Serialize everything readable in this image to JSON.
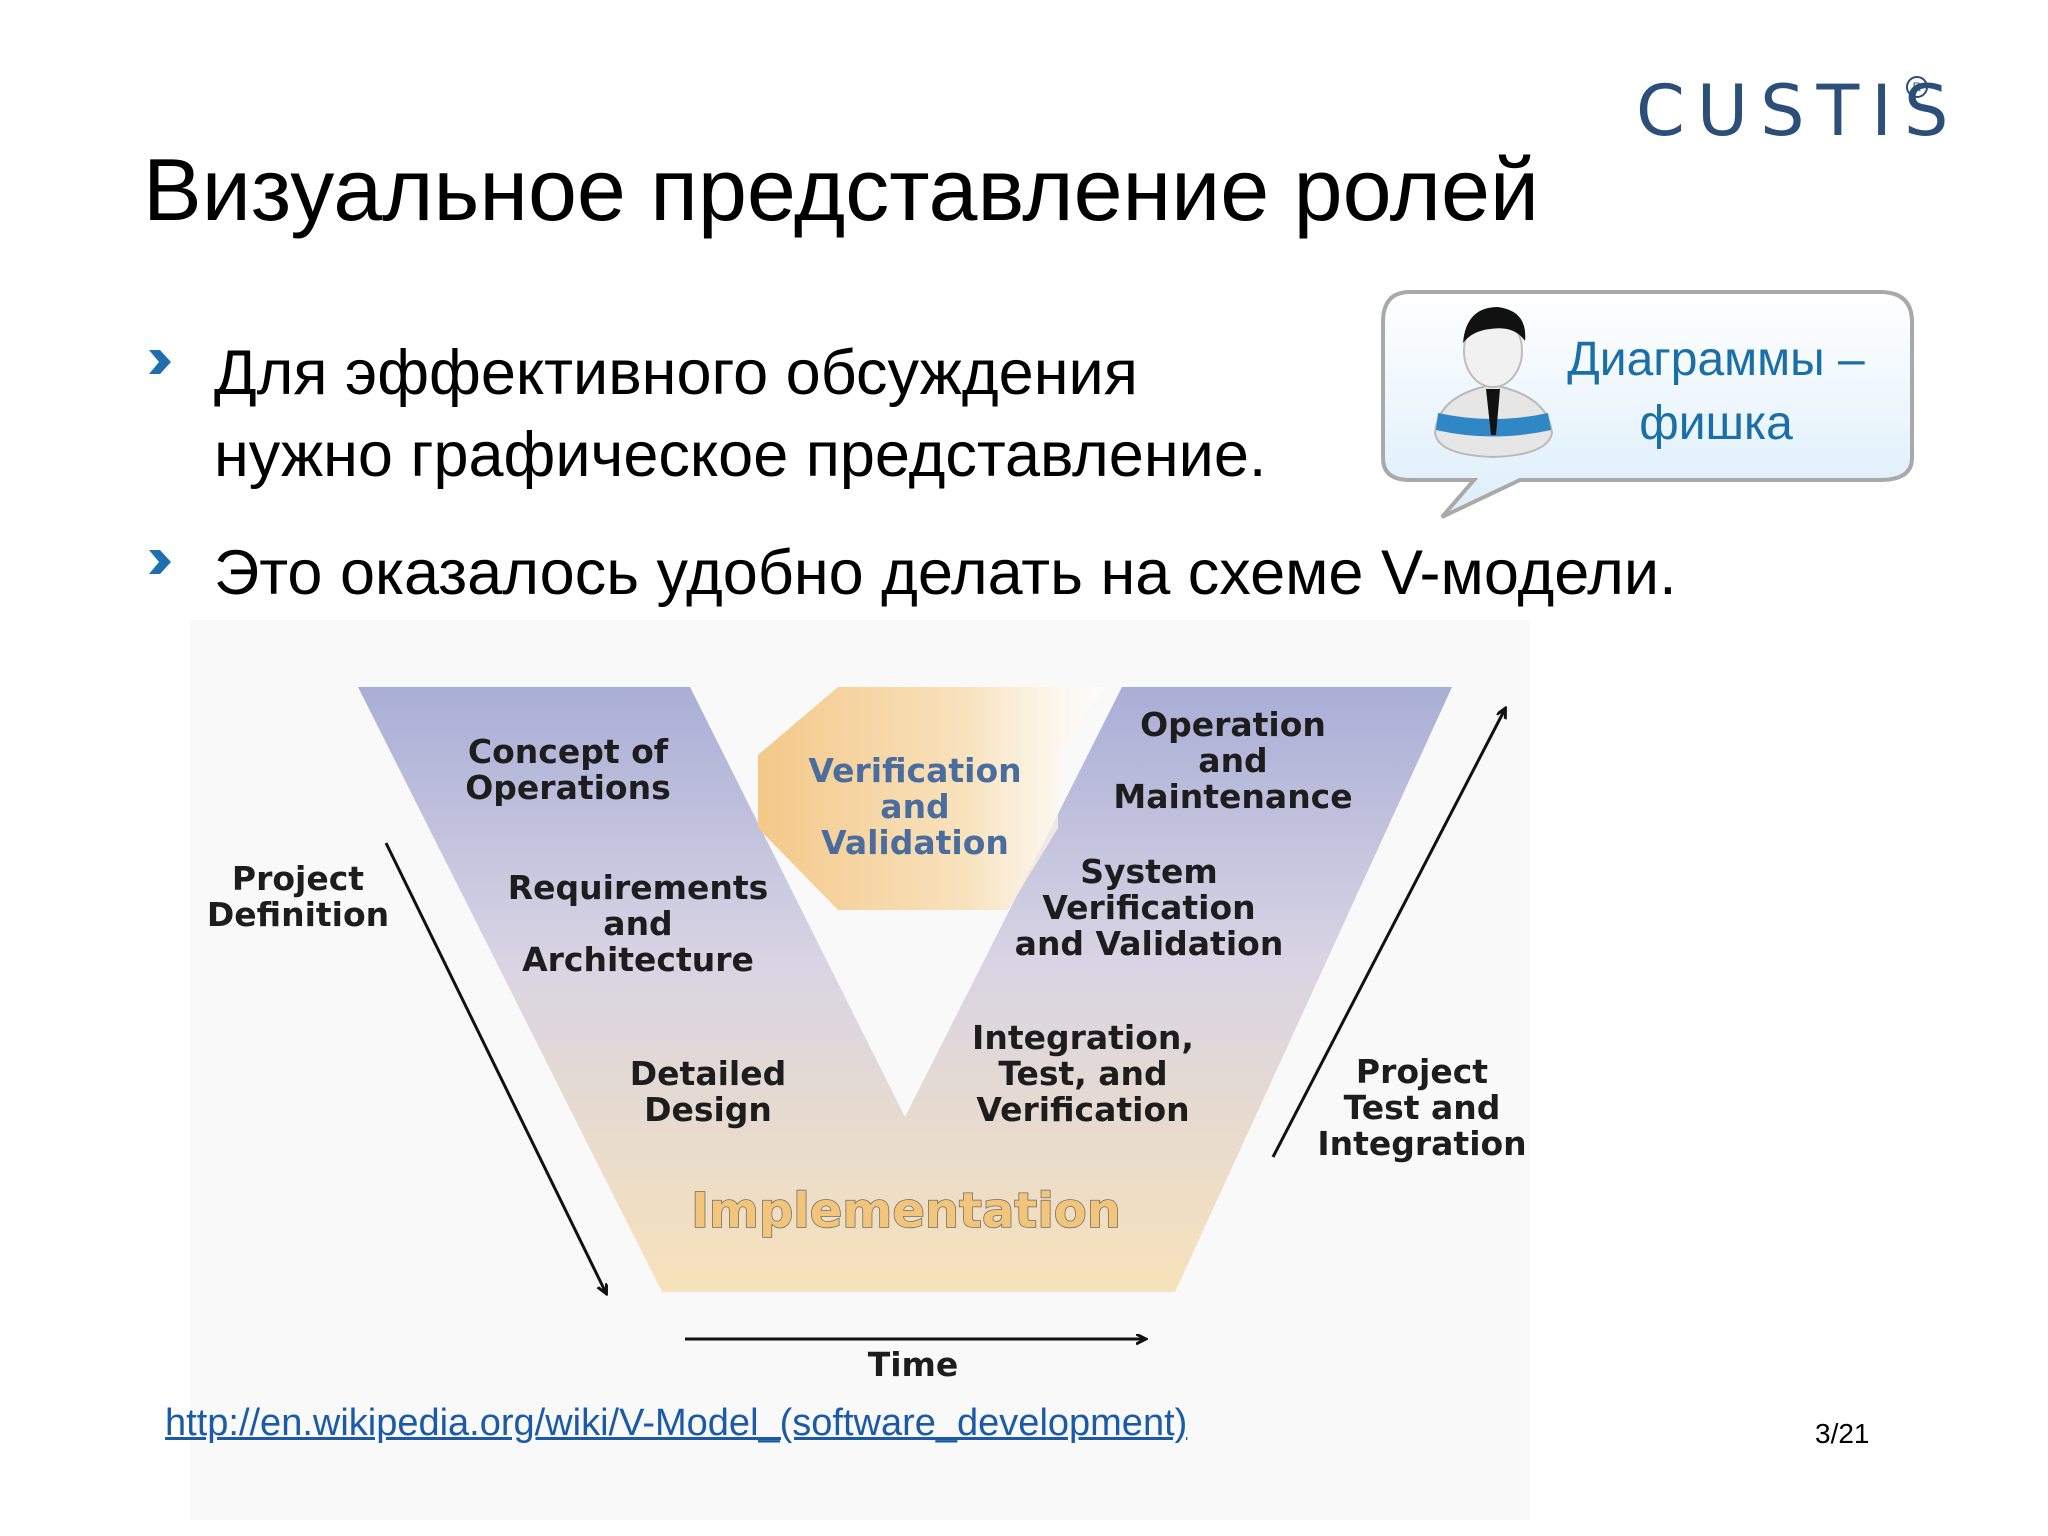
{
  "logo": {
    "text": "CUSTIS",
    "registered_mark": "R",
    "color": "#2b4f79"
  },
  "slide": {
    "title": "Визуальное представление ролей",
    "bullets": [
      "Для эффективного обсуждения\nнужно графическое представление.",
      "Это оказалось удобно делать на схеме V-модели."
    ],
    "callout": {
      "text": "Диаграммы –\nфишка",
      "icon": "person-icon",
      "text_color": "#1a6fa8"
    },
    "link": "http://en.wikipedia.org/wiki/V-Model_(software_development)",
    "page_number": "3/21"
  },
  "diagram": {
    "left_stages": [
      "Concept of\nOperations",
      "Requirements\nand\nArchitecture",
      "Detailed\nDesign"
    ],
    "right_stages": [
      "Operation\nand\nMaintenance",
      "System\nVerification\nand Validation",
      "Integration,\nTest, and\nVerification"
    ],
    "bottom_stage": "Implementation",
    "verification_arrow": "Verification\nand\nValidation",
    "left_axis": "Project\nDefinition",
    "right_axis": "Project\nTest and\nIntegration",
    "time_axis": "Time"
  },
  "colors": {
    "bullet_marker": "#1f6fb0",
    "v_top": "#a9aed6",
    "v_bottom": "#f7e2b9",
    "arrow_orange": "#f4c98a",
    "link": "#1a5aa8"
  }
}
